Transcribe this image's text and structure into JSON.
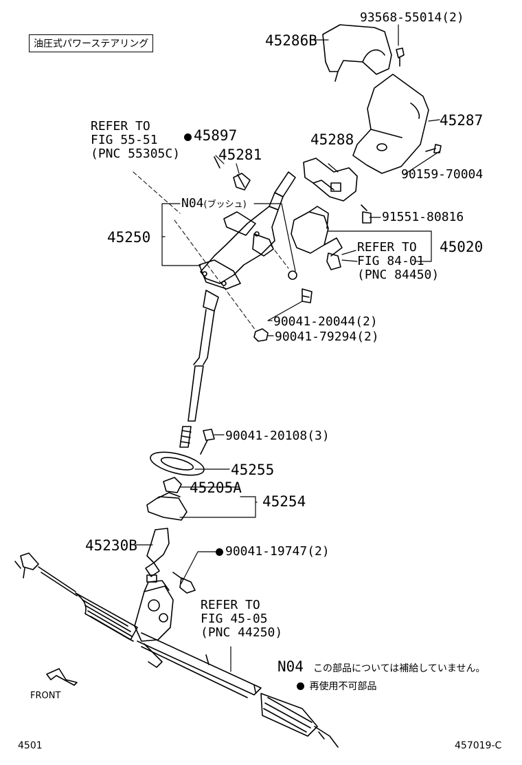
{
  "header": {
    "boxed_title": "油圧式パワーステアリング"
  },
  "parts": {
    "p45286B": "45286B",
    "p93568": "93568-55014(2)",
    "p45287": "45287",
    "p45288": "45288",
    "p90159": "90159-70004",
    "p45897": "45897",
    "p45281": "45281",
    "p91551": "91551-80816",
    "p45020": "45020",
    "p45250": "45250",
    "n04_bush": "N04",
    "n04_bush_note": "(ブッシュ)",
    "p90041_20044": "90041-20044(2)",
    "p90041_79294": "90041-79294(2)",
    "p90041_20108": "90041-20108(3)",
    "p45255": "45255",
    "p45205A": "45205A",
    "p45254": "45254",
    "p45230B": "45230B",
    "p90041_19747": "90041-19747(2)"
  },
  "refs": {
    "ref1": {
      "line1": "REFER TO",
      "line2": "FIG 55-51",
      "line3": "(PNC 55305C)"
    },
    "ref2": {
      "line1": "REFER TO",
      "line2": "FIG 84-01",
      "line3": "(PNC 84450)"
    },
    "ref3": {
      "line1": "REFER TO",
      "line2": "FIG 45-05",
      "line3": "(PNC 44250)"
    }
  },
  "legend": {
    "n04_code": "N04",
    "n04_text": "この部品については補給していません。",
    "dot_text": "再使用不可部品"
  },
  "footer": {
    "front": "FRONT",
    "left_code": "4501",
    "right_code": "457019-C"
  }
}
